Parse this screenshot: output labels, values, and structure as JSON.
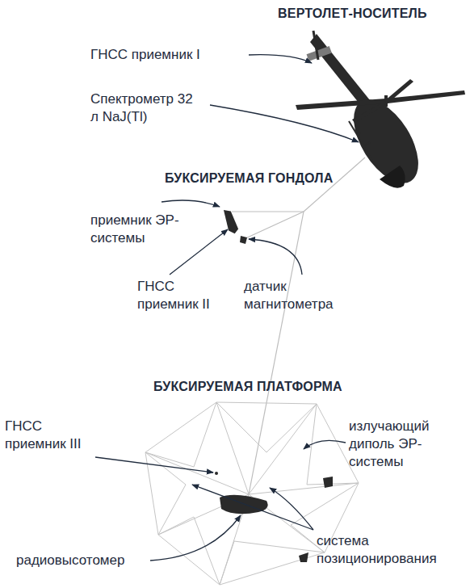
{
  "diagram": {
    "labels": [
      "ВЕРТОЛЕТ-НОСИТЕЛЬ",
      "ГНСС приемник I",
      "Спектрометр 32 л NaJ(Tl)",
      "БУКСИРУЕМАЯ ГОНДОЛА",
      "приемник ЭР-системы",
      "ГНСС приемник II",
      "датчик магнитометра",
      "БУКСИРУЕМАЯ ПЛАТФОРМА",
      "ГНСС приемник III",
      "излучающий диполь ЭР-системы",
      "система позиционирования",
      "радиовысотомер"
    ]
  }
}
